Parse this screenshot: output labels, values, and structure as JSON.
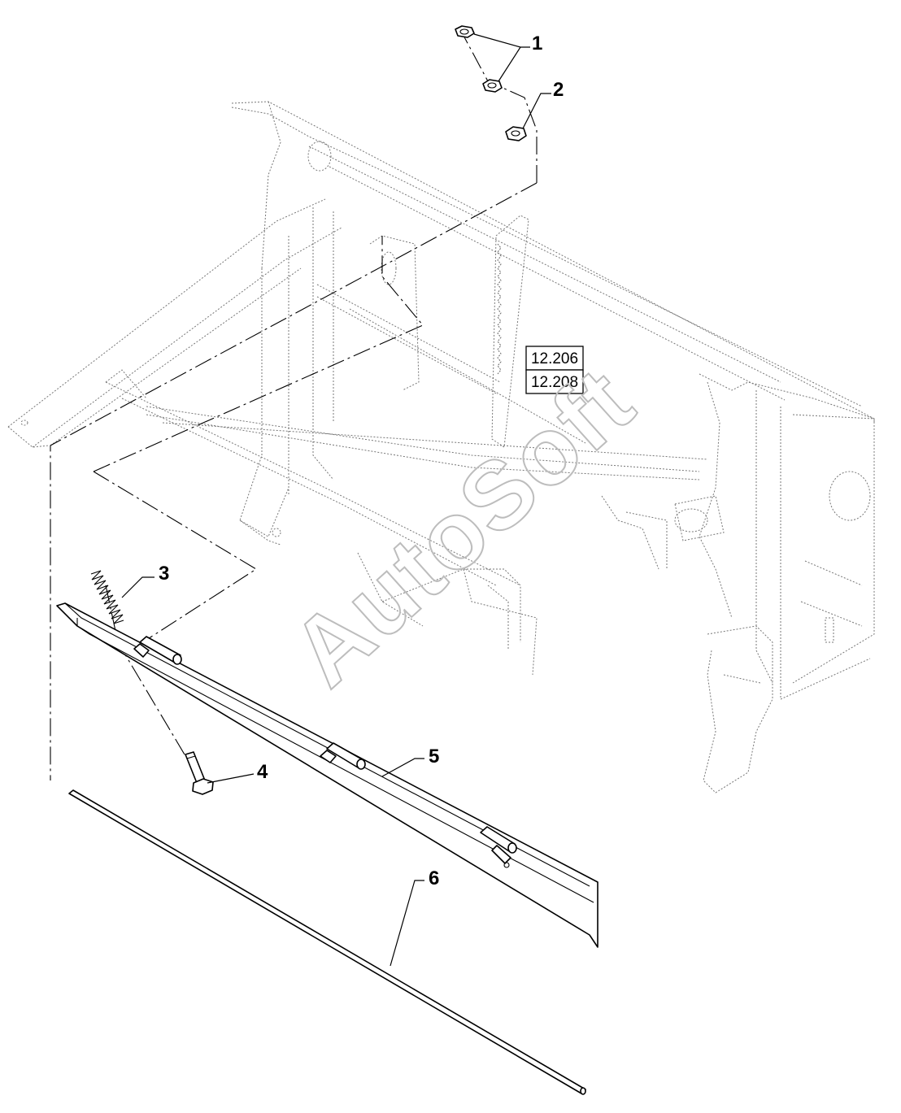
{
  "diagram": {
    "callouts": [
      {
        "id": 1,
        "label": "1"
      },
      {
        "id": 2,
        "label": "2"
      },
      {
        "id": 3,
        "label": "3"
      },
      {
        "id": 4,
        "label": "4"
      },
      {
        "id": 5,
        "label": "5"
      },
      {
        "id": 6,
        "label": "6"
      }
    ],
    "references": [
      "12.206",
      "12.208"
    ],
    "watermark": "AutoSoft"
  }
}
